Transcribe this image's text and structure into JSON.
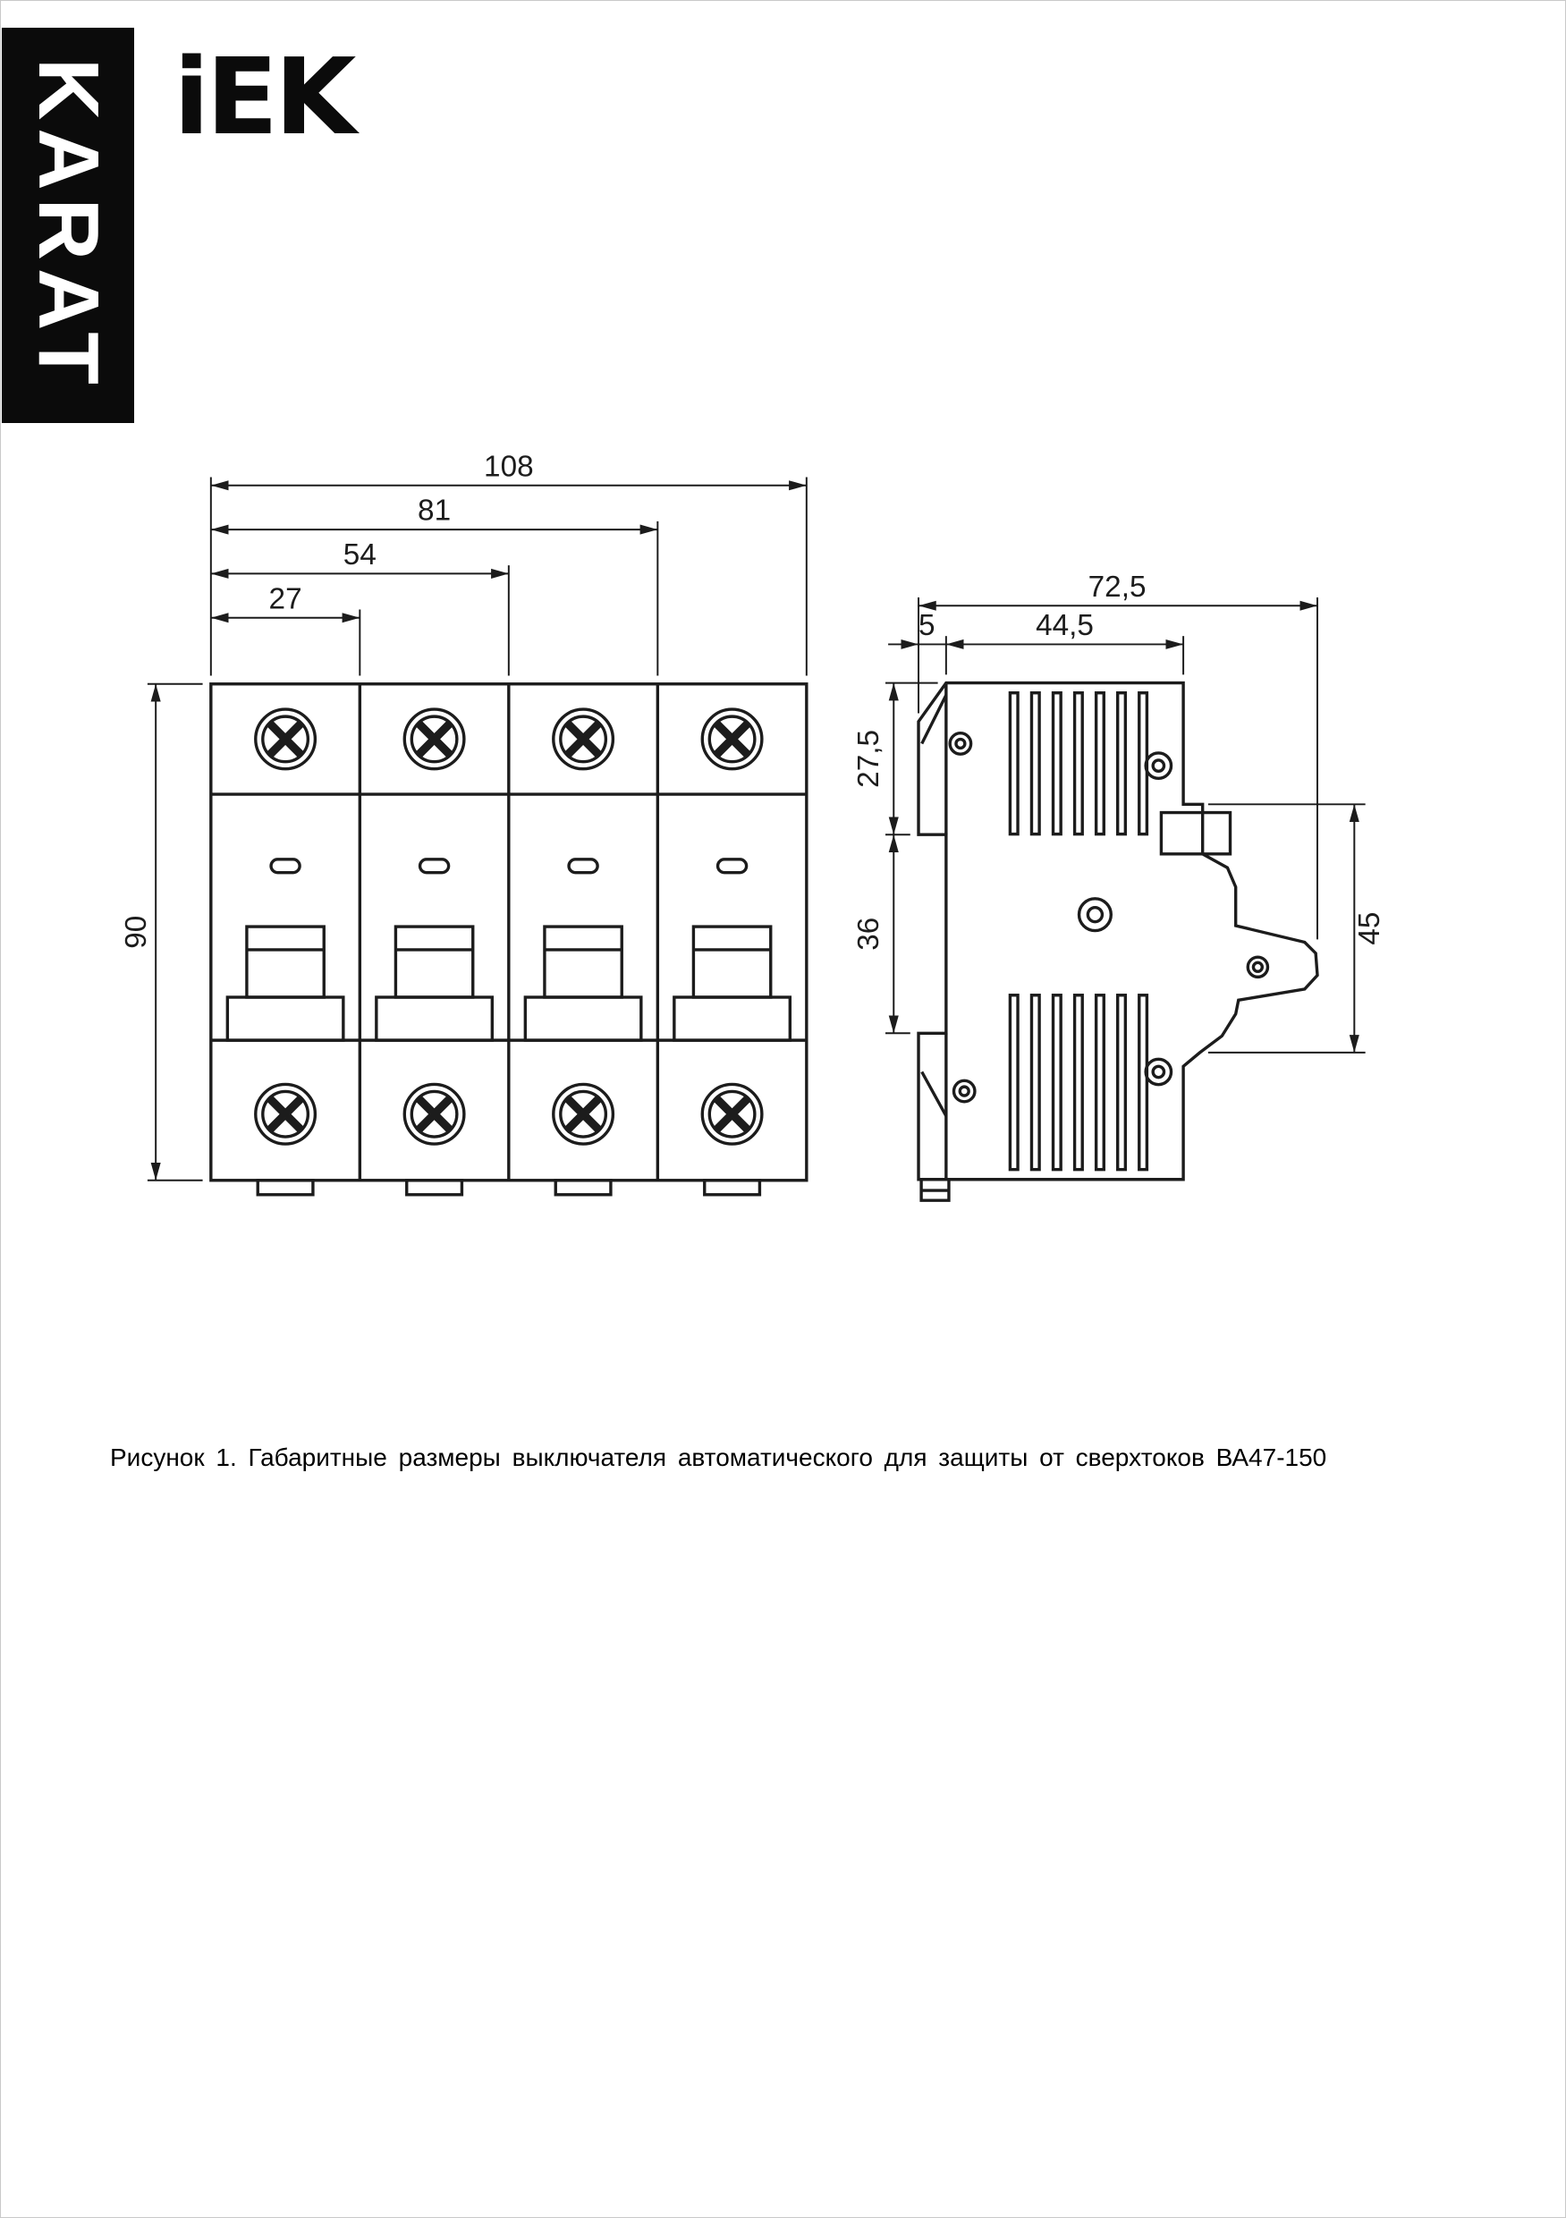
{
  "brand": {
    "banner": "KARAT",
    "logo": "iEK"
  },
  "caption": "Рисунок 1. Габаритные размеры выключателя автоматического для защиты от сверхтоков ВА47-150",
  "front_view": {
    "dim_width_total": "108",
    "dim_width_three_poles": "81",
    "dim_width_two_poles": "54",
    "dim_width_one_pole": "27",
    "dim_height": "90"
  },
  "side_view": {
    "dim_depth_total": "72,5",
    "dim_din_ledge": "5",
    "dim_body_depth": "44,5",
    "dim_upper_section": "27,5",
    "dim_din_recess": "36",
    "dim_front_height": "45"
  },
  "colors": {
    "ink": "#1c1c1c",
    "banner_bg": "#0b0b0b",
    "banner_fg": "#ffffff"
  }
}
